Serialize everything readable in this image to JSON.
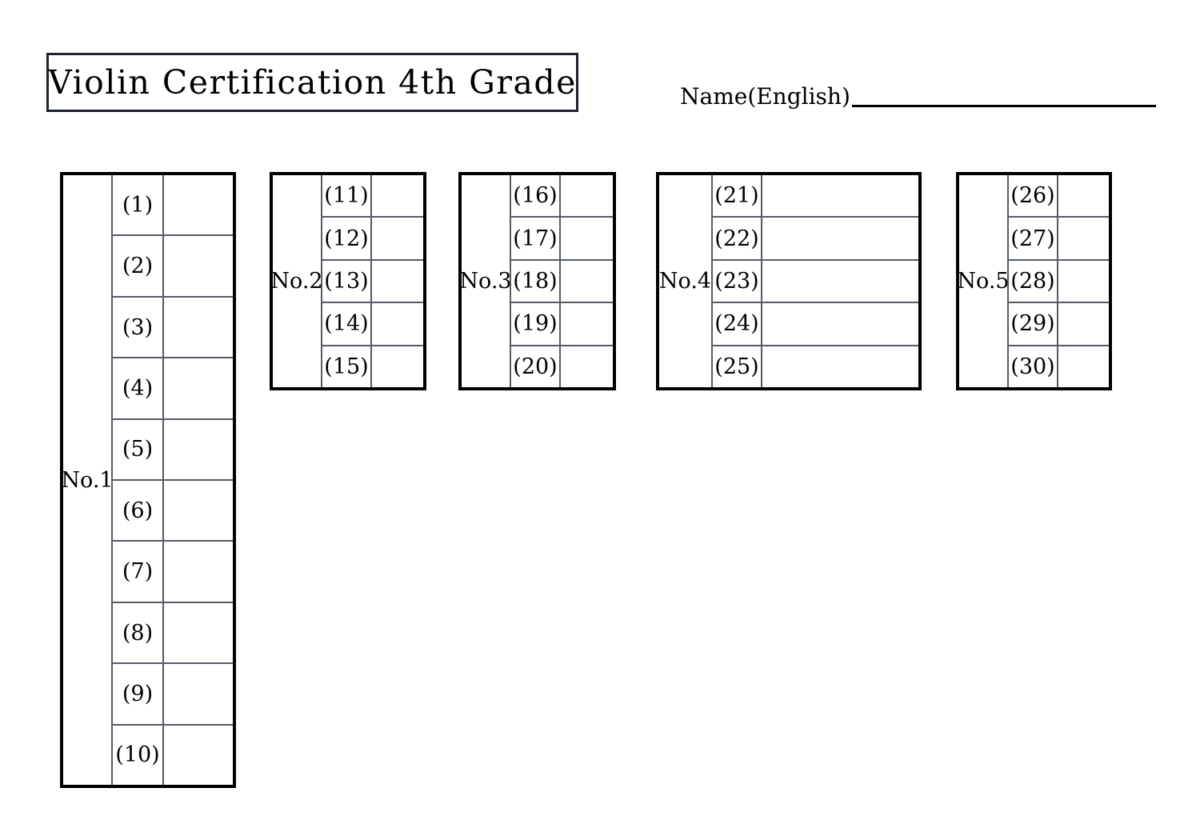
{
  "document": {
    "title": "Violin Certification 4th Grade",
    "background_color": "#ffffff",
    "ink_color": "#000000",
    "grid_line_color": "#555c66",
    "title_border_color": "#1d2430"
  },
  "header": {
    "title": "Violin Certification 4th Grade",
    "name_label": "Name(English)",
    "name_value": ""
  },
  "tables": [
    {
      "label": "No.1",
      "rows": [
        {
          "number": "(1)",
          "answer": ""
        },
        {
          "number": "(2)",
          "answer": ""
        },
        {
          "number": "(3)",
          "answer": ""
        },
        {
          "number": "(4)",
          "answer": ""
        },
        {
          "number": "(5)",
          "answer": ""
        },
        {
          "number": "(6)",
          "answer": ""
        },
        {
          "number": "(7)",
          "answer": ""
        },
        {
          "number": "(8)",
          "answer": ""
        },
        {
          "number": "(9)",
          "answer": ""
        },
        {
          "number": "(10)",
          "answer": ""
        }
      ]
    },
    {
      "label": "No.2",
      "rows": [
        {
          "number": "(11)",
          "answer": ""
        },
        {
          "number": "(12)",
          "answer": ""
        },
        {
          "number": "(13)",
          "answer": ""
        },
        {
          "number": "(14)",
          "answer": ""
        },
        {
          "number": "(15)",
          "answer": ""
        }
      ]
    },
    {
      "label": "No.3",
      "rows": [
        {
          "number": "(16)",
          "answer": ""
        },
        {
          "number": "(17)",
          "answer": ""
        },
        {
          "number": "(18)",
          "answer": ""
        },
        {
          "number": "(19)",
          "answer": ""
        },
        {
          "number": "(20)",
          "answer": ""
        }
      ]
    },
    {
      "label": "No.4",
      "rows": [
        {
          "number": "(21)",
          "answer": ""
        },
        {
          "number": "(22)",
          "answer": ""
        },
        {
          "number": "(23)",
          "answer": ""
        },
        {
          "number": "(24)",
          "answer": ""
        },
        {
          "number": "(25)",
          "answer": ""
        }
      ]
    },
    {
      "label": "No.5",
      "rows": [
        {
          "number": "(26)",
          "answer": ""
        },
        {
          "number": "(27)",
          "answer": ""
        },
        {
          "number": "(28)",
          "answer": ""
        },
        {
          "number": "(29)",
          "answer": ""
        },
        {
          "number": "(30)",
          "answer": ""
        }
      ]
    }
  ]
}
